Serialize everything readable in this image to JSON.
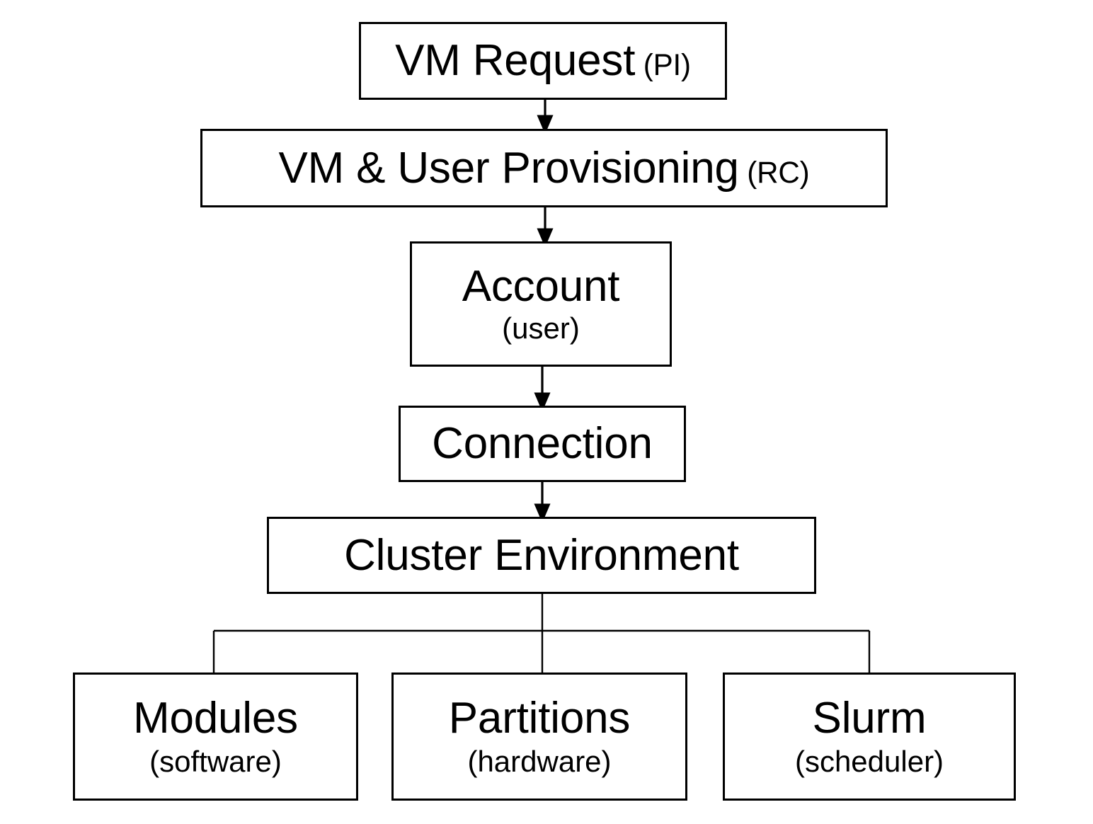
{
  "diagram": {
    "type": "flowchart",
    "orientation": "top-down",
    "background_color": "#ffffff",
    "line_color": "#000000",
    "text_color": "#000000",
    "nodes": [
      {
        "id": "vm-request",
        "title": "VM Request",
        "suffix": "(PI)",
        "sub": ""
      },
      {
        "id": "provisioning",
        "title": "VM & User Provisioning",
        "suffix": "(RC)",
        "sub": ""
      },
      {
        "id": "account",
        "title": "Account",
        "suffix": "",
        "sub": "(user)"
      },
      {
        "id": "connection",
        "title": "Connection",
        "suffix": "",
        "sub": ""
      },
      {
        "id": "cluster-env",
        "title": "Cluster Environment",
        "suffix": "",
        "sub": ""
      },
      {
        "id": "modules",
        "title": "Modules",
        "suffix": "",
        "sub": "(software)"
      },
      {
        "id": "partitions",
        "title": "Partitions",
        "suffix": "",
        "sub": "(hardware)"
      },
      {
        "id": "slurm",
        "title": "Slurm",
        "suffix": "",
        "sub": "(scheduler)"
      }
    ],
    "edges": [
      {
        "from": "vm-request",
        "to": "provisioning",
        "arrow": "filled-triangle"
      },
      {
        "from": "provisioning",
        "to": "account",
        "arrow": "filled-triangle"
      },
      {
        "from": "account",
        "to": "connection",
        "arrow": "filled-triangle"
      },
      {
        "from": "connection",
        "to": "cluster-env",
        "arrow": "filled-triangle"
      },
      {
        "from": "cluster-env",
        "to": "modules",
        "arrow": "none"
      },
      {
        "from": "cluster-env",
        "to": "partitions",
        "arrow": "none"
      },
      {
        "from": "cluster-env",
        "to": "slurm",
        "arrow": "none"
      }
    ]
  }
}
